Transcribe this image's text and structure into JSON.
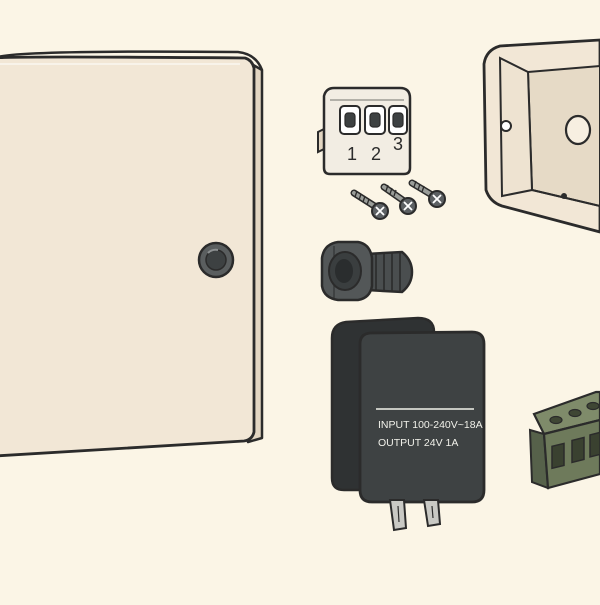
{
  "colors": {
    "background": "#fbf5e6",
    "enclosure_fill": "#f2e7d6",
    "enclosure_side": "#e3d6c2",
    "outline": "#2b2b2b",
    "adapter_fill": "#3e4243",
    "adapter_dark": "#2f3233",
    "adapter_text": "#f1f1ea",
    "terminal_green": "#6e7a5b",
    "terminal_green_dark": "#56614a",
    "metal": "#c9c9c4",
    "screw_head": "#5c6063"
  },
  "terminal_block": {
    "labels": [
      "1",
      "2",
      "3"
    ]
  },
  "power_adapter": {
    "input_label": "INPUT 100-240V~18A",
    "output_label": "OUTPUT 24V 1A"
  },
  "icons": {
    "enclosure": "electrical-enclosure-icon",
    "knob": "door-knob-icon",
    "terminal_block": "terminal-block-icon",
    "screws": "screw-icon",
    "cable_gland": "cable-gland-icon",
    "junction_box": "junction-box-icon",
    "adapter": "power-adapter-icon",
    "connector": "pluggable-terminal-connector-icon"
  }
}
